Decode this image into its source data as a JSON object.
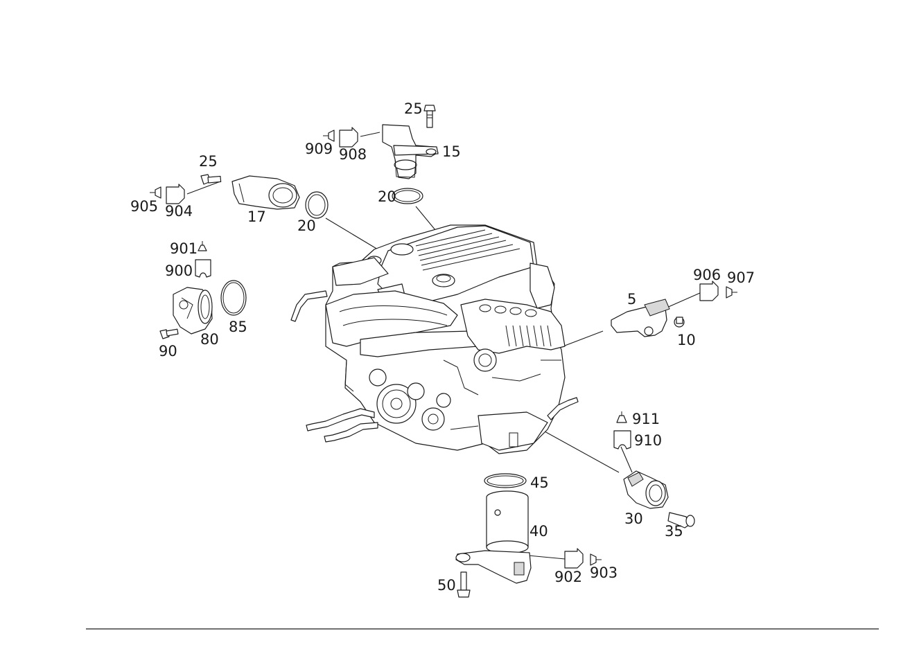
{
  "callouts": [
    {
      "id": "c25a",
      "text": "25"
    },
    {
      "id": "c909",
      "text": "909"
    },
    {
      "id": "c908",
      "text": "908"
    },
    {
      "id": "c15",
      "text": "15"
    },
    {
      "id": "c20a",
      "text": "20"
    },
    {
      "id": "c25b",
      "text": "25"
    },
    {
      "id": "c905",
      "text": "905"
    },
    {
      "id": "c904",
      "text": "904"
    },
    {
      "id": "c17",
      "text": "17"
    },
    {
      "id": "c20b",
      "text": "20"
    },
    {
      "id": "c901",
      "text": "901"
    },
    {
      "id": "c900",
      "text": "900"
    },
    {
      "id": "c85",
      "text": "85"
    },
    {
      "id": "c80",
      "text": "80"
    },
    {
      "id": "c90",
      "text": "90"
    },
    {
      "id": "c906",
      "text": "906"
    },
    {
      "id": "c907",
      "text": "907"
    },
    {
      "id": "c5",
      "text": "5"
    },
    {
      "id": "c10",
      "text": "10"
    },
    {
      "id": "c911",
      "text": "911"
    },
    {
      "id": "c910",
      "text": "910"
    },
    {
      "id": "c45",
      "text": "45"
    },
    {
      "id": "c40",
      "text": "40"
    },
    {
      "id": "c30",
      "text": "30"
    },
    {
      "id": "c35",
      "text": "35"
    },
    {
      "id": "c50",
      "text": "50"
    },
    {
      "id": "c902",
      "text": "902"
    },
    {
      "id": "c903",
      "text": "903"
    }
  ],
  "colors": {
    "line": "#1a1a1a",
    "background": "#ffffff"
  }
}
